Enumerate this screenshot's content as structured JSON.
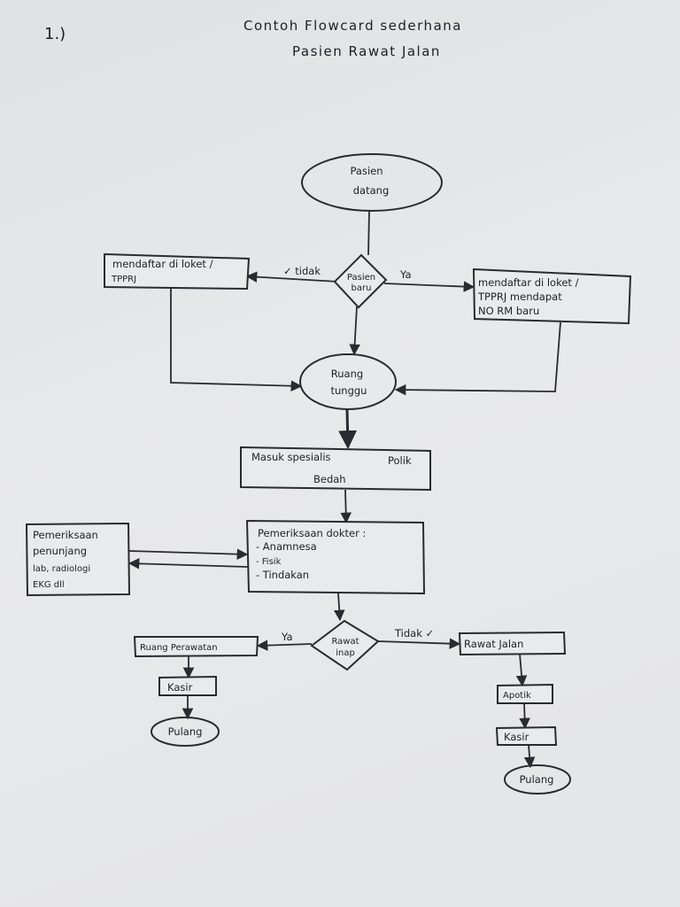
{
  "page": {
    "number": "1.)",
    "title_line1": "Contoh   Flowcard   sederhana",
    "title_line2": "Pasien   Rawat   Jalan"
  },
  "nodes": {
    "start": [
      "Pasien",
      "datang"
    ],
    "decision_new": [
      "Pasien",
      "baru"
    ],
    "register_old": [
      "mendaftar di loket /",
      "TPPRJ"
    ],
    "register_new": [
      "mendaftar  di  loket /",
      "TPPRJ  mendapat",
      "NO  RM  baru"
    ],
    "waiting_room": [
      "Ruang",
      "tunggu"
    ],
    "specialist": [
      "Masuk   spesialis",
      "Bedah",
      "Polik"
    ],
    "doctor_exam": [
      "Pemeriksaan  dokter :",
      "- Anamnesa",
      "- Fisik",
      "- Tindakan"
    ],
    "support_exam": [
      "Pemeriksaan",
      "penunjang",
      "lab, radiologi",
      "EKG   dll"
    ],
    "decision_inpatient": [
      "Rawat",
      "inap"
    ],
    "ward": [
      "Ruang Perawatan"
    ],
    "cashier_left": [
      "Kasir"
    ],
    "home_left": [
      "Pulang"
    ],
    "outpatient": [
      "Rawat  Jalan"
    ],
    "pharmacy": [
      "Apotik"
    ],
    "cashier_right": [
      "Kasir"
    ],
    "home_right": [
      "Pulang"
    ]
  },
  "edge_labels": {
    "no_new": "✓ tidak",
    "yes_new": "Ya",
    "yes_inpatient": "Ya",
    "no_inpatient": "Tidak ✓"
  },
  "colors": {
    "ink": "#2a2a30",
    "paper": "#e6e7e9"
  }
}
